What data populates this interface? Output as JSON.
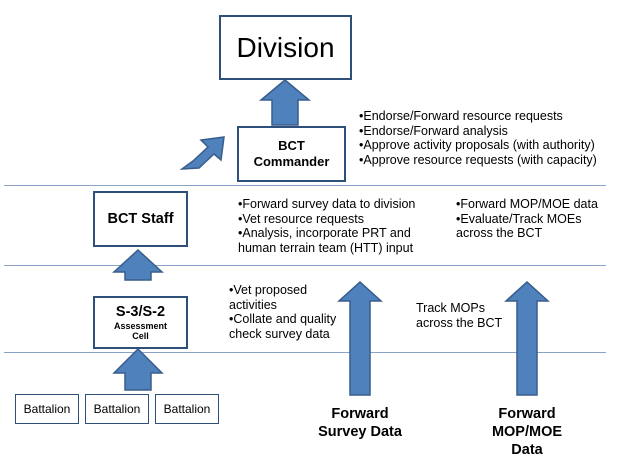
{
  "division": {
    "title": "Division"
  },
  "bct_commander": {
    "line1": "BCT",
    "line2": "Commander"
  },
  "bct_staff": {
    "title": "BCT Staff"
  },
  "s3s2": {
    "title": "S-3/S-2",
    "sub1": "Assessment",
    "sub2": "Cell"
  },
  "battalions": [
    "Battalion",
    "Battalion",
    "Battalion"
  ],
  "commander_bullets": [
    "Endorse/Forward resource requests",
    "Endorse/Forward analysis",
    "Approve activity proposals (with authority)",
    "Approve resource requests  (with capacity)"
  ],
  "staff_bullets": [
    "Forward survey data to division",
    "Vet resource requests",
    "Analysis, incorporate PRT and human terrain team (HTT) input"
  ],
  "mop_bullets": [
    "Forward MOP/MOE data",
    "Evaluate/Track MOEs across the BCT"
  ],
  "s3_bullets": [
    "Vet proposed activities",
    "Collate and quality check survey data"
  ],
  "track_mops": {
    "line1": "Track MOPs",
    "line2": "across the BCT"
  },
  "forward_survey": {
    "line1": "Forward",
    "line2": "Survey Data"
  },
  "forward_mop": {
    "line1": "Forward",
    "line2": "MOP/MOE",
    "line3": "Data"
  },
  "colors": {
    "arrow_fill": "#4f81bd",
    "arrow_stroke": "#385d8a",
    "box_border": "#2e4f7a",
    "divider": "#8aa2c8"
  }
}
